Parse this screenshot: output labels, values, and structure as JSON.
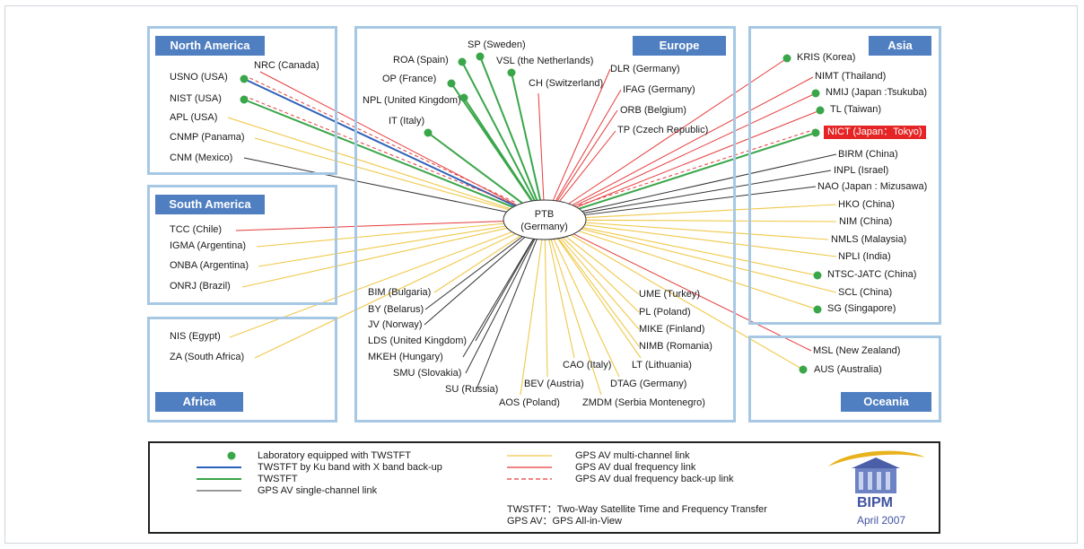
{
  "colors": {
    "twstft": "#3aa64a",
    "ku": "#2e62b8",
    "single": "#333333",
    "multi": "#f0c848",
    "dual": "#e63b3b",
    "dot": "#3aa64a",
    "region_border": "#a7c8e4",
    "title_bg": "#4f7fc0"
  },
  "hub": {
    "line1": "PTB",
    "line2": "(Germany)"
  },
  "regions": {
    "north_america": "North America",
    "south_america": "South America",
    "africa": "Africa",
    "europe": "Europe",
    "asia": "Asia",
    "oceania": "Oceania"
  },
  "labs": [
    {
      "id": "usno",
      "label": "USNO (USA)",
      "link": "ku",
      "dot": true
    },
    {
      "id": "nrc",
      "label": "NRC (Canada)",
      "link": "dual"
    },
    {
      "id": "nist",
      "label": "NIST (USA)",
      "link": "twstft",
      "dot": true
    },
    {
      "id": "apl",
      "label": "APL (USA)",
      "link": "multi"
    },
    {
      "id": "cnmp",
      "label": "CNMP (Panama)",
      "link": "multi"
    },
    {
      "id": "cnm",
      "label": "CNM (Mexico)",
      "link": "single"
    },
    {
      "id": "tcc",
      "label": "TCC (Chile)",
      "link": "dual"
    },
    {
      "id": "igma",
      "label": "IGMA (Argentina)",
      "link": "multi"
    },
    {
      "id": "onba",
      "label": "ONBA (Argentina)",
      "link": "multi"
    },
    {
      "id": "onrj",
      "label": "ONRJ (Brazil)",
      "link": "multi"
    },
    {
      "id": "nis",
      "label": "NIS (Egypt)",
      "link": "multi"
    },
    {
      "id": "za",
      "label": "ZA (South Africa)",
      "link": "multi"
    },
    {
      "id": "sp",
      "label": "SP (Sweden)",
      "link": "twstft",
      "dot": true
    },
    {
      "id": "roa",
      "label": "ROA (Spain)",
      "link": "twstft",
      "dot": true
    },
    {
      "id": "vsl",
      "label": "VSL (the Netherlands)",
      "link": "twstft",
      "dot": true
    },
    {
      "id": "op",
      "label": "OP (France)",
      "link": "twstft",
      "dot": true
    },
    {
      "id": "npl",
      "label": "NPL (United Kingdom)",
      "link": "twstft",
      "dot": true
    },
    {
      "id": "it",
      "label": "IT (Italy)",
      "link": "twstft",
      "dot": true
    },
    {
      "id": "ch",
      "label": "CH (Switzerland)",
      "link": "dual"
    },
    {
      "id": "dlr",
      "label": "DLR (Germany)",
      "link": "dual"
    },
    {
      "id": "ifag",
      "label": "IFAG (Germany)",
      "link": "dual"
    },
    {
      "id": "orb",
      "label": "ORB (Belgium)",
      "link": "dual"
    },
    {
      "id": "tp",
      "label": "TP (Czech Republic)",
      "link": "dual"
    },
    {
      "id": "bim",
      "label": "BIM (Bulgaria)",
      "link": "multi"
    },
    {
      "id": "by",
      "label": "BY (Belarus)",
      "link": "single"
    },
    {
      "id": "jv",
      "label": "JV (Norway)",
      "link": "single"
    },
    {
      "id": "lds",
      "label": "LDS (United Kingdom)",
      "link": "single"
    },
    {
      "id": "mkeh",
      "label": "MKEH (Hungary)",
      "link": "single"
    },
    {
      "id": "smu",
      "label": "SMU (Slovakia)",
      "link": "single"
    },
    {
      "id": "su",
      "label": "SU (Russia)",
      "link": "single"
    },
    {
      "id": "aos",
      "label": "AOS (Poland)",
      "link": "multi"
    },
    {
      "id": "bev",
      "label": "BEV (Austria)",
      "link": "multi"
    },
    {
      "id": "cao",
      "label": "CAO (Italy)",
      "link": "multi"
    },
    {
      "id": "zmdm",
      "label": "ZMDM (Serbia Montenegro)",
      "link": "multi"
    },
    {
      "id": "dtag",
      "label": "DTAG (Germany)",
      "link": "multi"
    },
    {
      "id": "lt",
      "label": "LT (Lithuania)",
      "link": "multi"
    },
    {
      "id": "nimb",
      "label": "NIMB (Romania)",
      "link": "multi"
    },
    {
      "id": "mike",
      "label": "MIKE (Finland)",
      "link": "multi"
    },
    {
      "id": "pl",
      "label": "PL (Poland)",
      "link": "multi"
    },
    {
      "id": "ume",
      "label": "UME (Turkey)",
      "link": "multi"
    },
    {
      "id": "kris",
      "label": "KRIS (Korea)",
      "link": "dual",
      "dot": true
    },
    {
      "id": "nimt",
      "label": "NIMT (Thailand)",
      "link": "dual"
    },
    {
      "id": "nmij",
      "label": "NMIJ (Japan :Tsukuba)",
      "link": "dual",
      "dot": true
    },
    {
      "id": "tl",
      "label": "TL (Taiwan)",
      "link": "dual",
      "dot": true
    },
    {
      "id": "nict",
      "label": "NICT (Japan：Tokyo)",
      "link": "twstft",
      "dot": true
    },
    {
      "id": "birm",
      "label": "BIRM (China)",
      "link": "single"
    },
    {
      "id": "inpl",
      "label": "INPL (Israel)",
      "link": "single"
    },
    {
      "id": "nao",
      "label": "NAO (Japan : Mizusawa)",
      "link": "single"
    },
    {
      "id": "hko",
      "label": "HKO (China)",
      "link": "multi"
    },
    {
      "id": "nim",
      "label": "NIM (China)",
      "link": "multi"
    },
    {
      "id": "nmls",
      "label": "NMLS (Malaysia)",
      "link": "multi"
    },
    {
      "id": "npli",
      "label": "NPLI (India)",
      "link": "multi"
    },
    {
      "id": "ntsc",
      "label": "NTSC-JATC  (China)",
      "link": "multi",
      "dot": true
    },
    {
      "id": "scl",
      "label": "SCL (China)",
      "link": "multi"
    },
    {
      "id": "sg",
      "label": "SG (Singapore)",
      "link": "multi",
      "dot": true
    },
    {
      "id": "msl",
      "label": "MSL (New Zealand)",
      "link": "dual"
    },
    {
      "id": "aus",
      "label": "AUS (Australia)",
      "link": "multi",
      "dot": true
    }
  ],
  "legend": {
    "dot_label": "Laboratory equipped with TWSTFT",
    "ku_label": "TWSTFT  by Ku band with  X band back-up",
    "twstft_label": "TWSTFT",
    "single_label": "GPS AV single-channel link",
    "multi_label": "GPS AV multi-channel link",
    "dual_label": "GPS AV dual frequency link",
    "dual_backup_label": "GPS AV dual frequency back-up link",
    "abbr1": "TWSTFT：Two-Way Satellite Time and Frequency Transfer",
    "abbr2": "GPS AV：GPS All-in-View",
    "logo_text": "BIPM",
    "date": "April 2007"
  }
}
